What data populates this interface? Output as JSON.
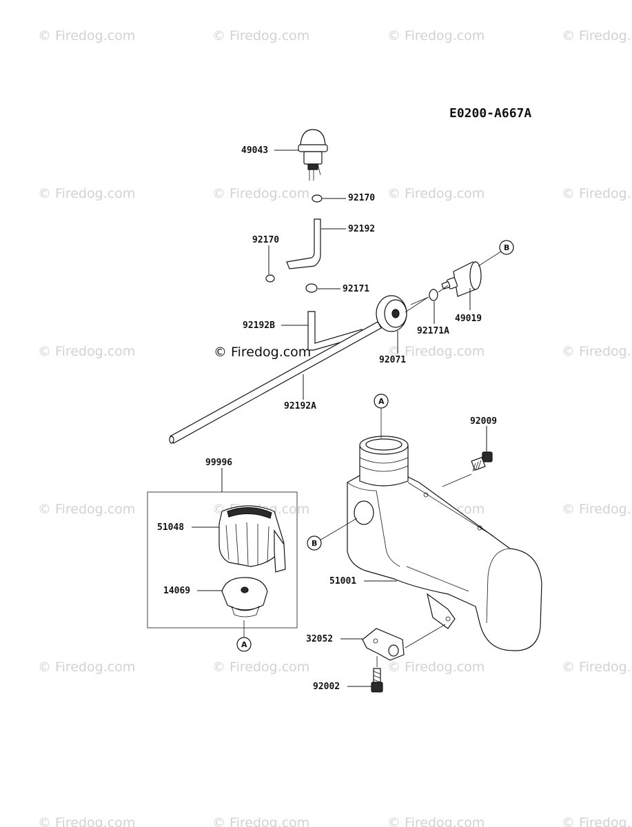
{
  "watermark": "© Firedog.com",
  "diagram_code": "E0200-A667A",
  "copyright": "© Firedog.com",
  "parts": {
    "primer_pump": "49043",
    "gasket_top": "92170",
    "gasket_left": "92170",
    "pipe_short": "92192",
    "gasket_mid": "92171",
    "pipe_b": "92192B",
    "pipe_a": "92192A",
    "grommet": "92071",
    "gasket_a": "92171A",
    "fuel_filter": "49019",
    "cap_assy": "99996",
    "cap": "51048",
    "cap_gasket": "14069",
    "bolt_top": "92009",
    "fuel_tank": "51001",
    "bracket": "32052",
    "bolt_bottom": "92002"
  },
  "refs": {
    "a": "A",
    "b": "B"
  }
}
